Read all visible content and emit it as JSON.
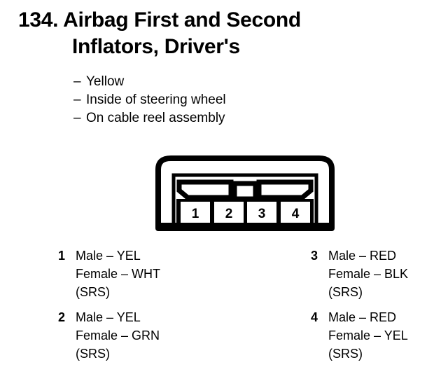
{
  "page": {
    "item_number": "134.",
    "title_line_1": "Airbag First and Second",
    "title_line_2": "Inflators, Driver's",
    "ink_color": "#000000",
    "background_color": "#ffffff"
  },
  "bullets": [
    {
      "marker": "–",
      "text": "Yellow"
    },
    {
      "marker": "–",
      "text": "Inside of steering wheel"
    },
    {
      "marker": "–",
      "text": "On cable reel assembly"
    }
  ],
  "connector": {
    "cavity_labels": [
      "1",
      "2",
      "3",
      "4"
    ],
    "cavity_count": 4
  },
  "pin_legend": {
    "left_column": [
      {
        "pin": "1",
        "male": "Male – YEL",
        "female": "Female – WHT",
        "system": "(SRS)"
      },
      {
        "pin": "2",
        "male": "Male – YEL",
        "female": "Female – GRN",
        "system": "(SRS)"
      }
    ],
    "right_column": [
      {
        "pin": "3",
        "male": "Male – RED",
        "female": "Female – BLK",
        "system": "(SRS)"
      },
      {
        "pin": "4",
        "male": "Male – RED",
        "female": "Female – YEL",
        "system": "(SRS)"
      }
    ]
  }
}
